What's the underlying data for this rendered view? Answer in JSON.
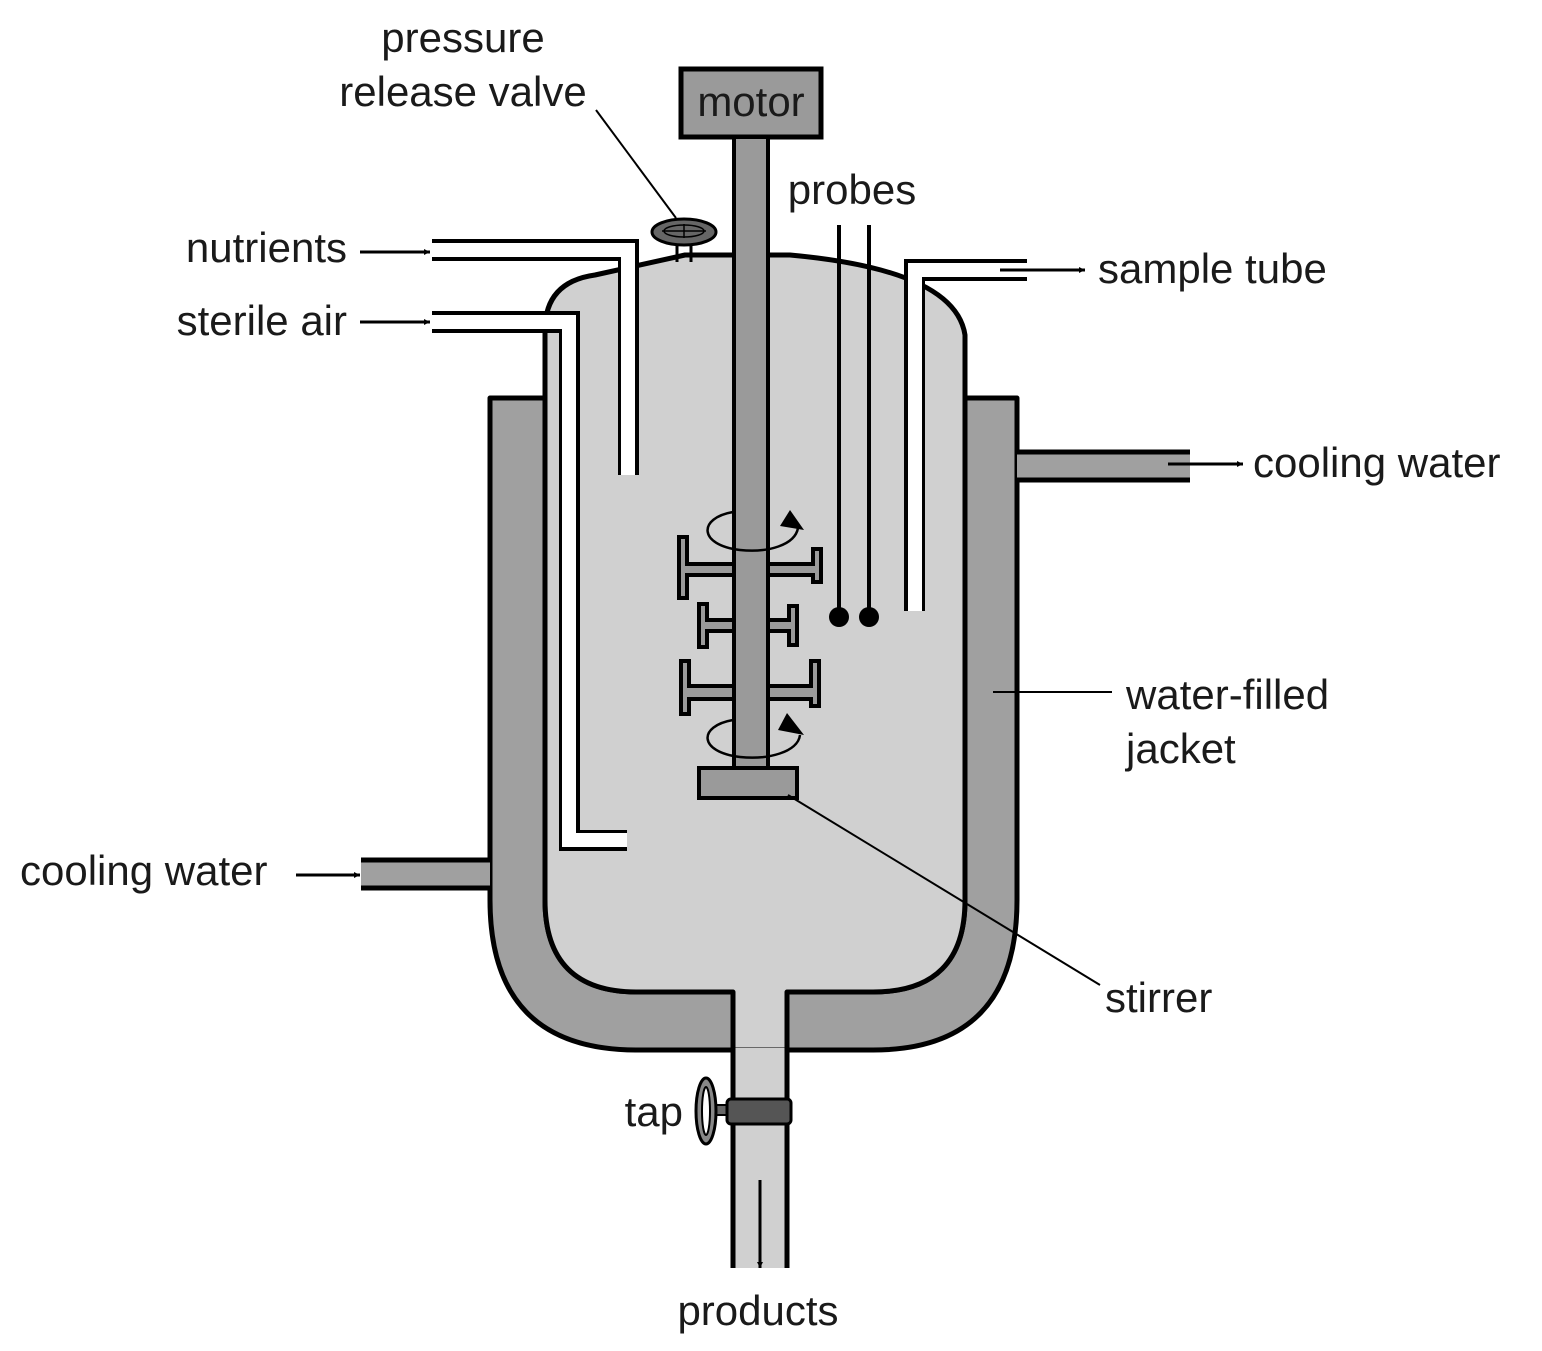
{
  "labels": {
    "pressure_line1": "pressure",
    "pressure_line2": "release valve",
    "motor": "motor",
    "probes": "probes",
    "nutrients": "nutrients",
    "sterile_air": "sterile air",
    "sample_tube": "sample tube",
    "cooling_water_out": "cooling water",
    "cooling_water_in": "cooling water",
    "jacket_line1": "water-filled",
    "jacket_line2": "jacket",
    "stirrer": "stirrer",
    "tap": "tap",
    "products": "products"
  },
  "colors": {
    "vessel_fill": "#d0d0d0",
    "jacket_fill": "#a0a0a0",
    "motor_fill": "#9a9a9a",
    "tap_fill": "#555555",
    "outline": "#000000"
  }
}
